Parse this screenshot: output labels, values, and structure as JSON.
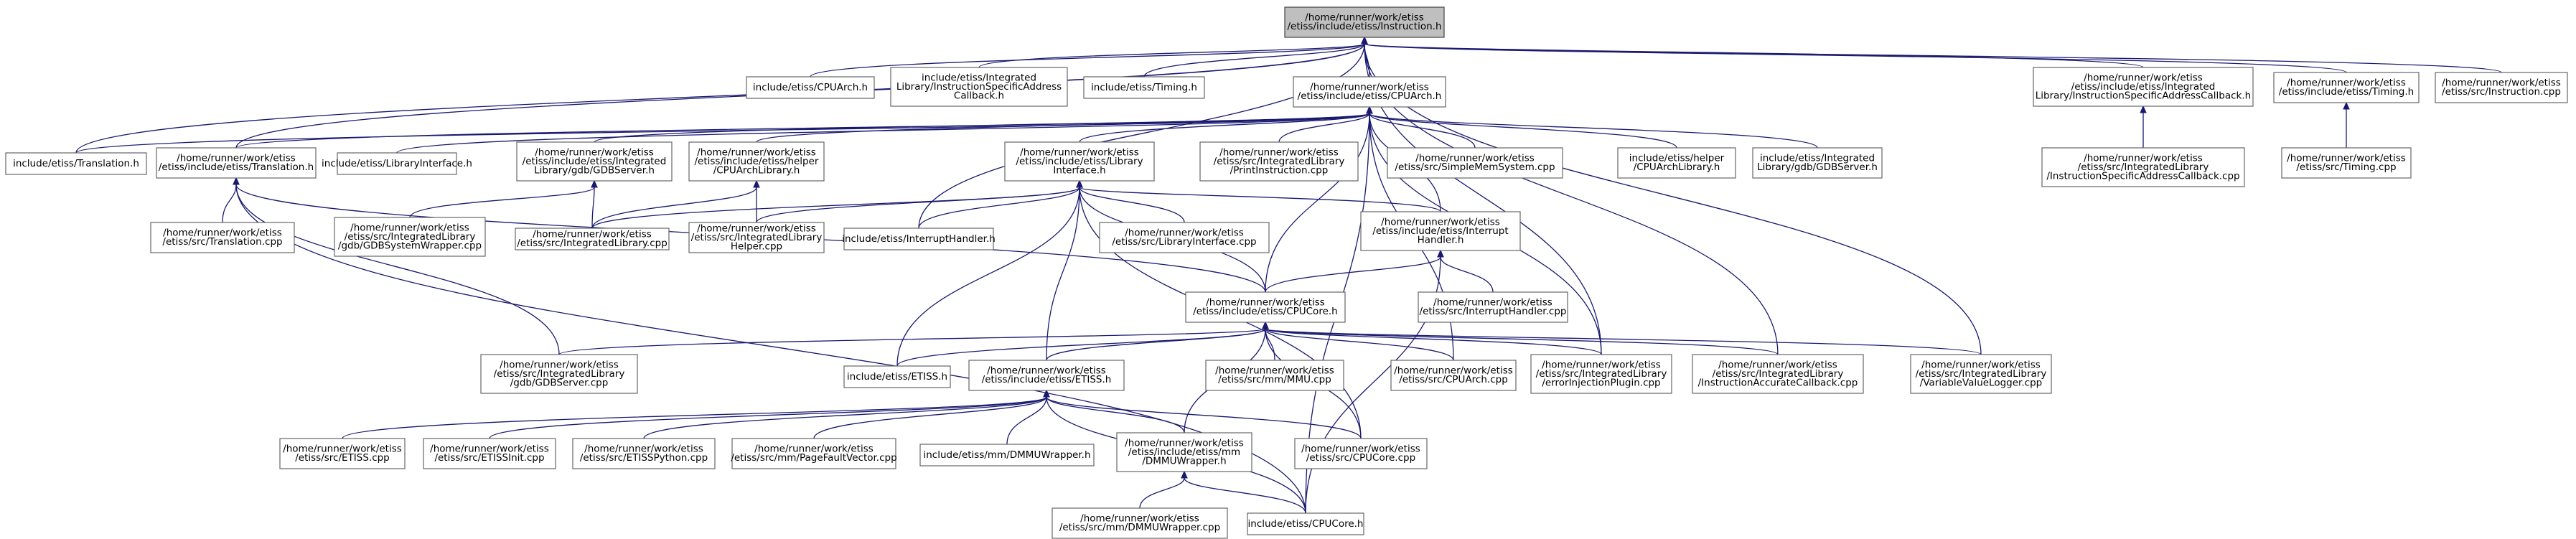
{
  "graph": {
    "type": "include-dependency-graph",
    "nodes": [
      {
        "id": "instr_h",
        "lines": [
          "/home/runner/work/etiss",
          "/etiss/include/etiss/Instruction.h"
        ],
        "root": true
      },
      {
        "id": "inc_cpuarch",
        "lines": [
          "include/etiss/CPUArch.h"
        ]
      },
      {
        "id": "inc_isac",
        "lines": [
          "include/etiss/Integrated",
          "Library/InstructionSpecificAddress",
          "Callback.h"
        ]
      },
      {
        "id": "inc_timing",
        "lines": [
          "include/etiss/Timing.h"
        ]
      },
      {
        "id": "cpuarch_h",
        "lines": [
          "/home/runner/work/etiss",
          "/etiss/include/etiss/CPUArch.h"
        ]
      },
      {
        "id": "isac_h",
        "lines": [
          "/home/runner/work/etiss",
          "/etiss/include/etiss/Integrated",
          "Library/InstructionSpecificAddressCallback.h"
        ]
      },
      {
        "id": "timing_h",
        "lines": [
          "/home/runner/work/etiss",
          "/etiss/include/etiss/Timing.h"
        ]
      },
      {
        "id": "instr_cpp",
        "lines": [
          "/home/runner/work/etiss",
          "/etiss/src/Instruction.cpp"
        ]
      },
      {
        "id": "inc_translation",
        "lines": [
          "include/etiss/Translation.h"
        ]
      },
      {
        "id": "translation_h",
        "lines": [
          "/home/runner/work/etiss",
          "/etiss/include/etiss/Translation.h"
        ]
      },
      {
        "id": "inc_libiface",
        "lines": [
          "include/etiss/LibraryInterface.h"
        ]
      },
      {
        "id": "gdbserver_h",
        "lines": [
          "/home/runner/work/etiss",
          "/etiss/include/etiss/Integrated",
          "Library/gdb/GDBServer.h"
        ]
      },
      {
        "id": "cpuarchlib_h",
        "lines": [
          "/home/runner/work/etiss",
          "/etiss/include/etiss/helper",
          "/CPUArchLibrary.h"
        ]
      },
      {
        "id": "libiface_h",
        "lines": [
          "/home/runner/work/etiss",
          "/etiss/include/etiss/Library",
          "Interface.h"
        ]
      },
      {
        "id": "printinstr_cpp",
        "lines": [
          "/home/runner/work/etiss",
          "/etiss/src/IntegratedLibrary",
          "/PrintInstruction.cpp"
        ]
      },
      {
        "id": "simplemem_cpp",
        "lines": [
          "/home/runner/work/etiss",
          "/etiss/src/SimpleMemSystem.cpp"
        ]
      },
      {
        "id": "inc_helper_cpuarchlib",
        "lines": [
          "include/etiss/helper",
          "/CPUArchLibrary.h"
        ]
      },
      {
        "id": "inc_gdbserver",
        "lines": [
          "include/etiss/Integrated",
          "Library/gdb/GDBServer.h"
        ]
      },
      {
        "id": "isac_cpp",
        "lines": [
          "/home/runner/work/etiss",
          "/etiss/src/IntegratedLibrary",
          "/InstructionSpecificAddressCallback.cpp"
        ]
      },
      {
        "id": "timing_cpp",
        "lines": [
          "/home/runner/work/etiss",
          "/etiss/src/Timing.cpp"
        ]
      },
      {
        "id": "translation_cpp",
        "lines": [
          "/home/runner/work/etiss",
          "/etiss/src/Translation.cpp"
        ]
      },
      {
        "id": "gdbsyswrap_cpp",
        "lines": [
          "/home/runner/work/etiss",
          "/etiss/src/IntegratedLibrary",
          "/gdb/GDBSystemWrapper.cpp"
        ]
      },
      {
        "id": "intlib_cpp",
        "lines": [
          "/home/runner/work/etiss",
          "/etiss/src/IntegratedLibrary.cpp"
        ]
      },
      {
        "id": "intlibhelper_cpp",
        "lines": [
          "/home/runner/work/etiss",
          "/etiss/src/IntegratedLibrary",
          "Helper.cpp"
        ]
      },
      {
        "id": "inc_interrupt",
        "lines": [
          "include/etiss/InterruptHandler.h"
        ]
      },
      {
        "id": "libiface_cpp",
        "lines": [
          "/home/runner/work/etiss",
          "/etiss/src/LibraryInterface.cpp"
        ]
      },
      {
        "id": "interrupt_h",
        "lines": [
          "/home/runner/work/etiss",
          "/etiss/include/etiss/Interrupt",
          "Handler.h"
        ]
      },
      {
        "id": "cpucore_h",
        "lines": [
          "/home/runner/work/etiss",
          "/etiss/include/etiss/CPUCore.h"
        ]
      },
      {
        "id": "interrupt_cpp",
        "lines": [
          "/home/runner/work/etiss",
          "/etiss/src/InterruptHandler.cpp"
        ]
      },
      {
        "id": "gdbserver_cpp",
        "lines": [
          "/home/runner/work/etiss",
          "/etiss/src/IntegratedLibrary",
          "/gdb/GDBServer.cpp"
        ]
      },
      {
        "id": "inc_etiss",
        "lines": [
          "include/etiss/ETISS.h"
        ]
      },
      {
        "id": "etiss_h",
        "lines": [
          "/home/runner/work/etiss",
          "/etiss/include/etiss/ETISS.h"
        ]
      },
      {
        "id": "mmu_cpp",
        "lines": [
          "/home/runner/work/etiss",
          "/etiss/src/mm/MMU.cpp"
        ]
      },
      {
        "id": "cpuarch_cpp",
        "lines": [
          "/home/runner/work/etiss",
          "/etiss/src/CPUArch.cpp"
        ]
      },
      {
        "id": "errinj_cpp",
        "lines": [
          "/home/runner/work/etiss",
          "/etiss/src/IntegratedLibrary",
          "/errorInjectionPlugin.cpp"
        ]
      },
      {
        "id": "iacb_cpp",
        "lines": [
          "/home/runner/work/etiss",
          "/etiss/src/IntegratedLibrary",
          "/InstructionAccurateCallback.cpp"
        ]
      },
      {
        "id": "varlog_cpp",
        "lines": [
          "/home/runner/work/etiss",
          "/etiss/src/IntegratedLibrary",
          "/VariableValueLogger.cpp"
        ]
      },
      {
        "id": "etiss_cpp",
        "lines": [
          "/home/runner/work/etiss",
          "/etiss/src/ETISS.cpp"
        ]
      },
      {
        "id": "etissinit_cpp",
        "lines": [
          "/home/runner/work/etiss",
          "/etiss/src/ETISSInit.cpp"
        ]
      },
      {
        "id": "etisspy_cpp",
        "lines": [
          "/home/runner/work/etiss",
          "/etiss/src/ETISSPython.cpp"
        ]
      },
      {
        "id": "pagefault_cpp",
        "lines": [
          "/home/runner/work/etiss",
          "/etiss/src/mm/PageFaultVector.cpp"
        ]
      },
      {
        "id": "inc_dmmu",
        "lines": [
          "include/etiss/mm/DMMUWrapper.h"
        ]
      },
      {
        "id": "dmmu_h",
        "lines": [
          "/home/runner/work/etiss",
          "/etiss/include/etiss/mm",
          "/DMMUWrapper.h"
        ]
      },
      {
        "id": "cpucore_cpp",
        "lines": [
          "/home/runner/work/etiss",
          "/etiss/src/CPUCore.cpp"
        ]
      },
      {
        "id": "dmmu_cpp",
        "lines": [
          "/home/runner/work/etiss",
          "/etiss/src/mm/DMMUWrapper.cpp"
        ]
      },
      {
        "id": "inc_cpucore",
        "lines": [
          "include/etiss/CPUCore.h"
        ]
      }
    ],
    "edges": [
      [
        "inc_cpuarch",
        "instr_h"
      ],
      [
        "inc_isac",
        "instr_h"
      ],
      [
        "inc_timing",
        "instr_h"
      ],
      [
        "cpuarch_h",
        "instr_h"
      ],
      [
        "isac_h",
        "instr_h"
      ],
      [
        "timing_h",
        "instr_h"
      ],
      [
        "instr_cpp",
        "instr_h"
      ],
      [
        "inc_translation",
        "instr_h"
      ],
      [
        "translation_h",
        "instr_h"
      ],
      [
        "inc_interrupt",
        "instr_h"
      ],
      [
        "errinj_cpp",
        "instr_h"
      ],
      [
        "iacb_cpp",
        "instr_h"
      ],
      [
        "varlog_cpp",
        "instr_h"
      ],
      [
        "isac_cpp",
        "isac_h"
      ],
      [
        "timing_cpp",
        "timing_h"
      ],
      [
        "inc_translation",
        "cpuarch_h"
      ],
      [
        "translation_h",
        "cpuarch_h"
      ],
      [
        "inc_libiface",
        "cpuarch_h"
      ],
      [
        "gdbserver_h",
        "cpuarch_h"
      ],
      [
        "cpuarchlib_h",
        "cpuarch_h"
      ],
      [
        "libiface_h",
        "cpuarch_h"
      ],
      [
        "printinstr_cpp",
        "cpuarch_h"
      ],
      [
        "simplemem_cpp",
        "cpuarch_h"
      ],
      [
        "inc_helper_cpuarchlib",
        "cpuarch_h"
      ],
      [
        "inc_gdbserver",
        "cpuarch_h"
      ],
      [
        "interrupt_h",
        "cpuarch_h"
      ],
      [
        "cpucore_h",
        "cpuarch_h"
      ],
      [
        "cpuarch_cpp",
        "cpuarch_h"
      ],
      [
        "errinj_cpp",
        "cpuarch_h"
      ],
      [
        "inc_cpucore",
        "cpuarch_h"
      ],
      [
        "translation_cpp",
        "translation_h"
      ],
      [
        "cpucore_h",
        "translation_h"
      ],
      [
        "inc_cpucore",
        "translation_h"
      ],
      [
        "gdbsyswrap_cpp",
        "gdbserver_h"
      ],
      [
        "intlib_cpp",
        "gdbserver_h"
      ],
      [
        "intlib_cpp",
        "cpuarchlib_h"
      ],
      [
        "intlibhelper_cpp",
        "cpuarchlib_h"
      ],
      [
        "intlib_cpp",
        "libiface_h"
      ],
      [
        "intlibhelper_cpp",
        "libiface_h"
      ],
      [
        "inc_interrupt",
        "libiface_h"
      ],
      [
        "libiface_cpp",
        "libiface_h"
      ],
      [
        "interrupt_h",
        "libiface_h"
      ],
      [
        "cpucore_h",
        "libiface_h"
      ],
      [
        "inc_etiss",
        "libiface_h"
      ],
      [
        "etiss_h",
        "libiface_h"
      ],
      [
        "cpucore_cpp",
        "libiface_h"
      ],
      [
        "interrupt_cpp",
        "interrupt_h"
      ],
      [
        "cpucore_h",
        "interrupt_h"
      ],
      [
        "inc_cpucore",
        "interrupt_h"
      ],
      [
        "gdbserver_cpp",
        "cpucore_h"
      ],
      [
        "inc_etiss",
        "cpucore_h"
      ],
      [
        "etiss_h",
        "cpucore_h"
      ],
      [
        "mmu_cpp",
        "cpucore_h"
      ],
      [
        "cpuarch_cpp",
        "cpucore_h"
      ],
      [
        "errinj_cpp",
        "cpucore_h"
      ],
      [
        "iacb_cpp",
        "cpucore_h"
      ],
      [
        "varlog_cpp",
        "cpucore_h"
      ],
      [
        "dmmu_h",
        "cpucore_h"
      ],
      [
        "cpucore_cpp",
        "cpucore_h"
      ],
      [
        "gdbserver_cpp",
        "translation_h"
      ],
      [
        "etiss_cpp",
        "etiss_h"
      ],
      [
        "etissinit_cpp",
        "etiss_h"
      ],
      [
        "etisspy_cpp",
        "etiss_h"
      ],
      [
        "pagefault_cpp",
        "etiss_h"
      ],
      [
        "inc_dmmu",
        "etiss_h"
      ],
      [
        "dmmu_h",
        "etiss_h"
      ],
      [
        "cpucore_cpp",
        "etiss_h"
      ],
      [
        "inc_cpucore",
        "etiss_h"
      ],
      [
        "dmmu_cpp",
        "dmmu_h"
      ],
      [
        "inc_cpucore",
        "dmmu_h"
      ]
    ]
  }
}
